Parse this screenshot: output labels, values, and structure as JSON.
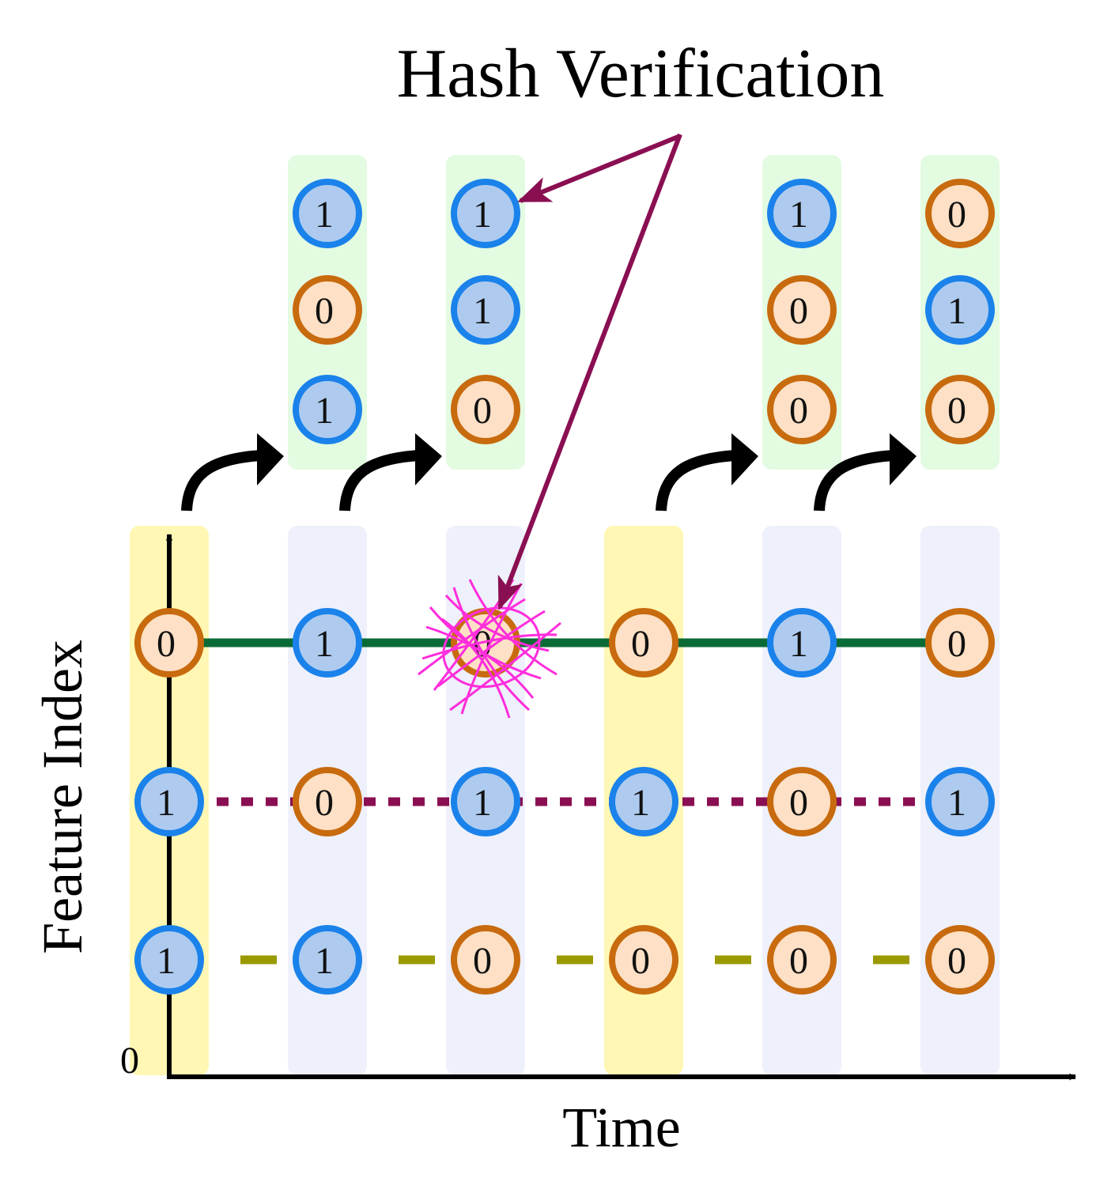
{
  "title": "Hash Verification",
  "x_axis_label": "Time",
  "y_axis_label": "Feature Index",
  "origin_label": "0",
  "colors": {
    "one_fill": "#aecbef",
    "one_stroke": "#1a82ea",
    "zero_fill": "#fde0c5",
    "zero_stroke": "#c86a0e",
    "column_yellow": "#fff7b3",
    "column_lavender": "#eef0fb",
    "hash_column": "#e3fbe1",
    "line_top": "#0a6b36",
    "line_middle": "#8a0f52",
    "line_bottom": "#9a9a00",
    "arrow": "#8a0f52",
    "scribble": "#ff2ddc"
  },
  "time_steps": [
    {
      "highlight": "yellow",
      "bits": [
        "0",
        "1",
        "1"
      ]
    },
    {
      "highlight": "lavender",
      "bits": [
        "1",
        "0",
        "1"
      ]
    },
    {
      "highlight": "lavender",
      "bits": [
        "0",
        "1",
        "0"
      ],
      "tampered_row": 0
    },
    {
      "highlight": "yellow",
      "bits": [
        "0",
        "1",
        "0"
      ]
    },
    {
      "highlight": "lavender",
      "bits": [
        "1",
        "0",
        "0"
      ]
    },
    {
      "highlight": "lavender",
      "bits": [
        "0",
        "1",
        "0"
      ]
    }
  ],
  "feature_lines": [
    {
      "row": 0,
      "style": "solid"
    },
    {
      "row": 1,
      "style": "dotted"
    },
    {
      "row": 2,
      "style": "dashed"
    }
  ],
  "hash_columns": [
    {
      "above_step": 1,
      "bits": [
        "1",
        "0",
        "1"
      ]
    },
    {
      "above_step": 2,
      "bits": [
        "1",
        "1",
        "0"
      ]
    },
    {
      "above_step": 4,
      "bits": [
        "1",
        "0",
        "0"
      ]
    },
    {
      "above_step": 5,
      "bits": [
        "0",
        "1",
        "0"
      ]
    }
  ]
}
